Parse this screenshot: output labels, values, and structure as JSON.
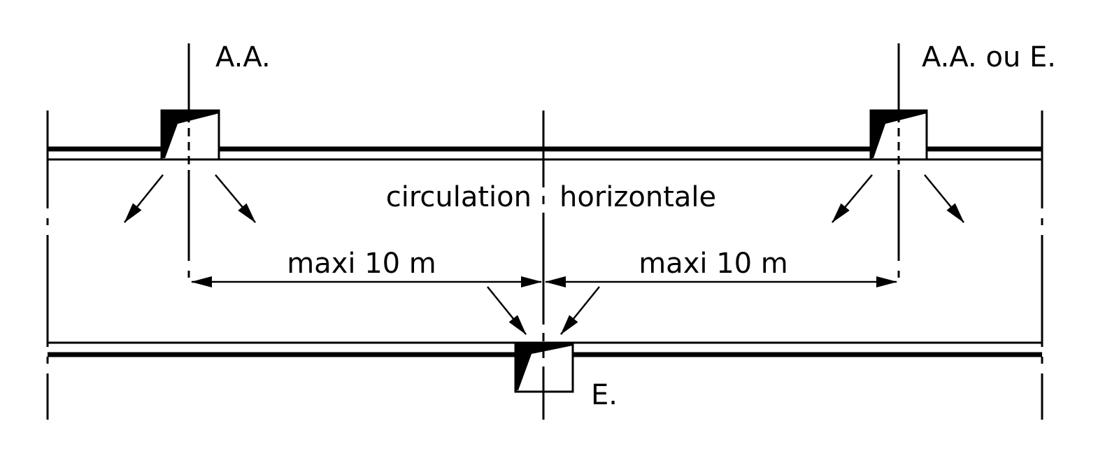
{
  "labels": {
    "top_left_vent": "A.A.",
    "top_right_vent": "A.A. ou E.",
    "bottom_vent": "E.",
    "corridor_left": "circulation",
    "corridor_right": "horizontale",
    "distance_left": "maxi 10 m",
    "distance_right": "maxi 10 m"
  },
  "colors": {
    "stroke": "#000000",
    "background": "#ffffff"
  }
}
